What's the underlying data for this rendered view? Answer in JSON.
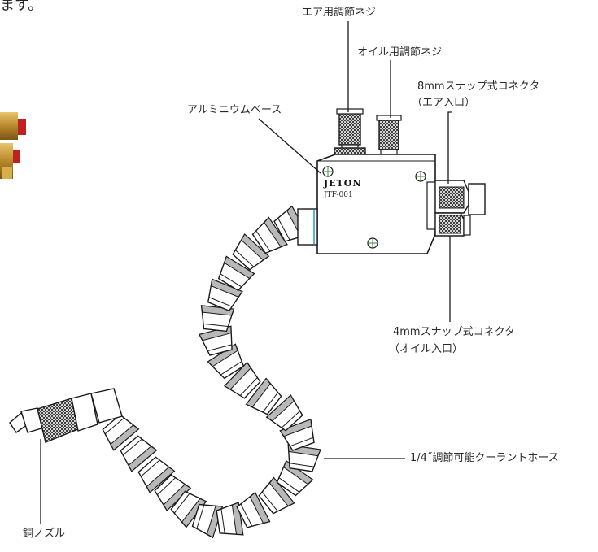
{
  "cut_text": "ます。",
  "labels": {
    "air_screw": "エア用調節ネジ",
    "oil_screw": "オイル用調節ネジ",
    "connector_8mm": "8mmスナップ式コネクタ",
    "connector_8mm_sub": "（エア入口）",
    "aluminum_base": "アルミニウムベース",
    "connector_4mm": "4mmスナップ式コネクタ",
    "connector_4mm_sub": "（オイル入口）",
    "coolant_hose": "1/4˝調節可能クーラントホース",
    "copper_nozzle": "銅ノズル"
  },
  "block": {
    "brand": "JETON",
    "model": "JTF-001"
  },
  "colors": {
    "line": "#1a1a1a",
    "segment_fill": "#ffffff",
    "segment_shade": "#b8b8b8",
    "brass": "#c89a3a",
    "red_cap": "#c02020",
    "screw_green": "#3a8a3a",
    "accent_cyan": "#5ab8c8"
  },
  "icons": {
    "block": "valve-block-icon",
    "hose": "segmented-hose-icon",
    "nozzle": "knurled-nozzle-icon",
    "fitting": "brass-fitting-icon"
  }
}
